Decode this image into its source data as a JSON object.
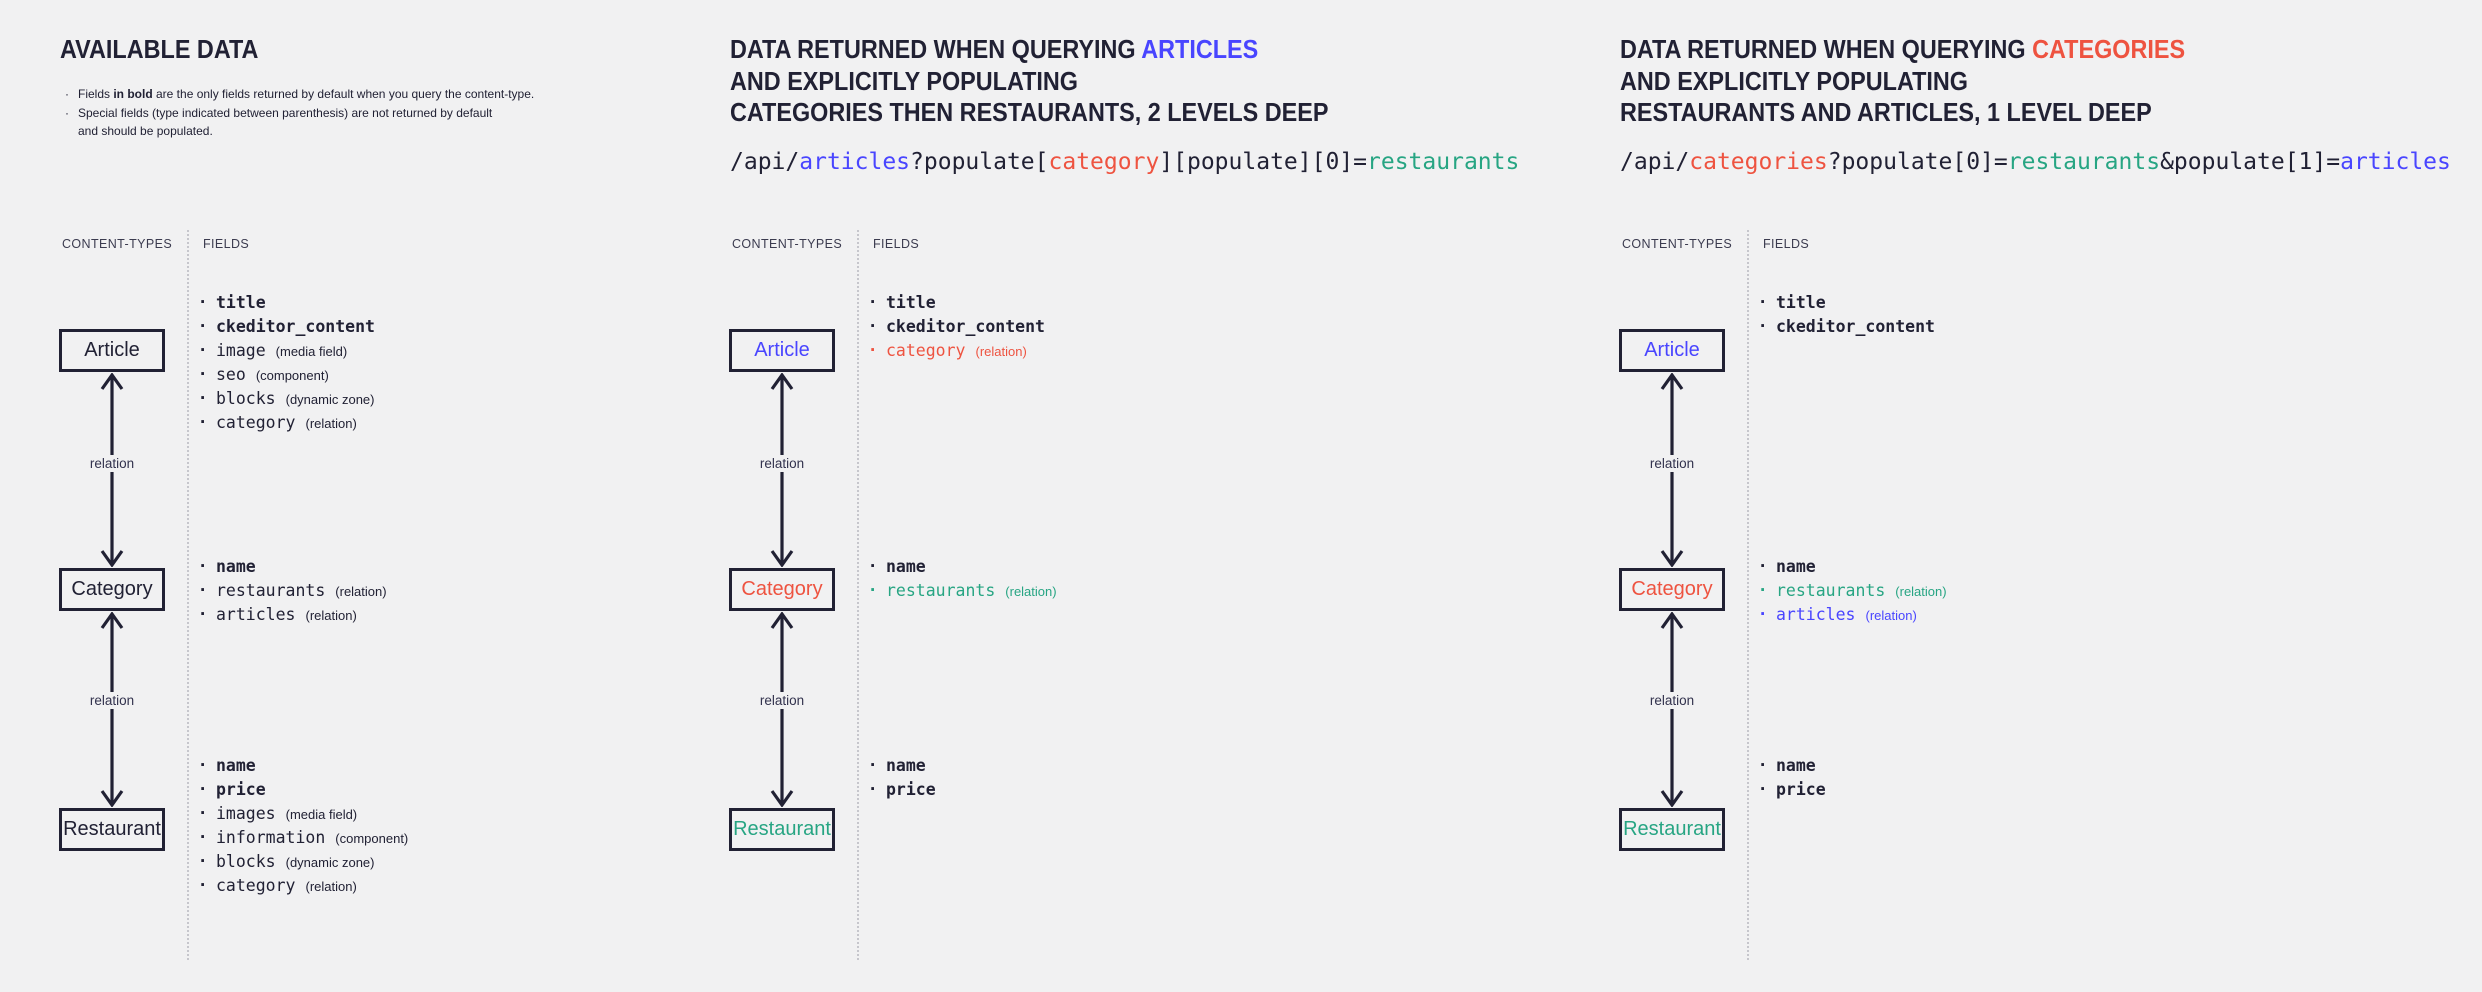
{
  "canvas": {
    "bg": "#f1f1f2"
  },
  "palette": {
    "ink": "#212134",
    "blue": "#4945ff",
    "red": "#ee5340",
    "green": "#27a583",
    "divider": "#c6c6cc"
  },
  "labels": {
    "content_types": "CONTENT-TYPES",
    "fields": "FIELDS",
    "relation": "relation",
    "bullet": "·"
  },
  "panels": [
    {
      "title_lines": [
        [
          {
            "t": "AVAILABLE DATA"
          }
        ]
      ],
      "notes": [
        [
          {
            "t": "Fields "
          },
          {
            "t": "in bold",
            "b": true
          },
          {
            "t": " are the only fields returned by default when you query the content-type."
          }
        ],
        [
          {
            "t": "Special fields (type indicated between parenthesis) are not returned by default"
          },
          {
            "br": true
          },
          {
            "t": "and should be populated."
          }
        ]
      ],
      "code": null,
      "boxes": [
        {
          "label": "Article",
          "color": "ink"
        },
        {
          "label": "Category",
          "color": "ink"
        },
        {
          "label": "Restaurant",
          "color": "ink"
        }
      ],
      "fields": [
        [
          {
            "name": "title",
            "bold": true
          },
          {
            "name": "ckeditor_content",
            "bold": true
          },
          {
            "name": "image",
            "note": "(media field)"
          },
          {
            "name": "seo",
            "note": "(component)"
          },
          {
            "name": "blocks",
            "note": "(dynamic zone)"
          },
          {
            "name": "category",
            "note": "(relation)"
          }
        ],
        [
          {
            "name": "name",
            "bold": true
          },
          {
            "name": "restaurants",
            "note": "(relation)"
          },
          {
            "name": "articles",
            "note": "(relation)"
          }
        ],
        [
          {
            "name": "name",
            "bold": true
          },
          {
            "name": "price",
            "bold": true
          },
          {
            "name": "images",
            "note": "(media field)"
          },
          {
            "name": "information",
            "note": "(component)"
          },
          {
            "name": "blocks",
            "note": "(dynamic zone)"
          },
          {
            "name": "category",
            "note": "(relation)"
          }
        ]
      ]
    },
    {
      "title_lines": [
        [
          {
            "t": "DATA RETURNED WHEN QUERYING "
          },
          {
            "t": "ARTICLES",
            "c": "blue"
          }
        ],
        [
          {
            "t": "AND EXPLICITLY POPULATING"
          }
        ],
        [
          {
            "t": "CATEGORIES THEN RESTAURANTS, 2 LEVELS DEEP"
          }
        ]
      ],
      "notes": null,
      "code": [
        {
          "t": "/api/"
        },
        {
          "t": "articles",
          "c": "blue"
        },
        {
          "t": "?populate["
        },
        {
          "t": "category",
          "c": "red"
        },
        {
          "t": "][populate][0]="
        },
        {
          "t": "restaurants",
          "c": "green"
        }
      ],
      "boxes": [
        {
          "label": "Article",
          "color": "blue"
        },
        {
          "label": "Category",
          "color": "red"
        },
        {
          "label": "Restaurant",
          "color": "green"
        }
      ],
      "fields": [
        [
          {
            "name": "title",
            "bold": true
          },
          {
            "name": "ckeditor_content",
            "bold": true
          },
          {
            "name": "category",
            "note": "(relation)",
            "c": "red"
          }
        ],
        [
          {
            "name": "name",
            "bold": true
          },
          {
            "name": "restaurants",
            "note": "(relation)",
            "c": "green"
          }
        ],
        [
          {
            "name": "name",
            "bold": true
          },
          {
            "name": "price",
            "bold": true
          }
        ]
      ]
    },
    {
      "title_lines": [
        [
          {
            "t": "DATA RETURNED WHEN QUERYING "
          },
          {
            "t": "CATEGORIES",
            "c": "red"
          }
        ],
        [
          {
            "t": "AND EXPLICITLY POPULATING"
          }
        ],
        [
          {
            "t": "RESTAURANTS AND ARTICLES, 1 LEVEL DEEP"
          }
        ]
      ],
      "notes": null,
      "code": [
        {
          "t": "/api/"
        },
        {
          "t": "categories",
          "c": "red"
        },
        {
          "t": "?populate[0]="
        },
        {
          "t": "restaurants",
          "c": "green"
        },
        {
          "t": "&populate[1]="
        },
        {
          "t": "articles",
          "c": "blue"
        }
      ],
      "boxes": [
        {
          "label": "Article",
          "color": "blue"
        },
        {
          "label": "Category",
          "color": "red"
        },
        {
          "label": "Restaurant",
          "color": "green"
        }
      ],
      "fields": [
        [
          {
            "name": "title",
            "bold": true
          },
          {
            "name": "ckeditor_content",
            "bold": true
          }
        ],
        [
          {
            "name": "name",
            "bold": true
          },
          {
            "name": "restaurants",
            "note": "(relation)",
            "c": "green"
          },
          {
            "name": "articles",
            "note": "(relation)",
            "c": "blue"
          }
        ],
        [
          {
            "name": "name",
            "bold": true
          },
          {
            "name": "price",
            "bold": true
          }
        ]
      ]
    }
  ]
}
